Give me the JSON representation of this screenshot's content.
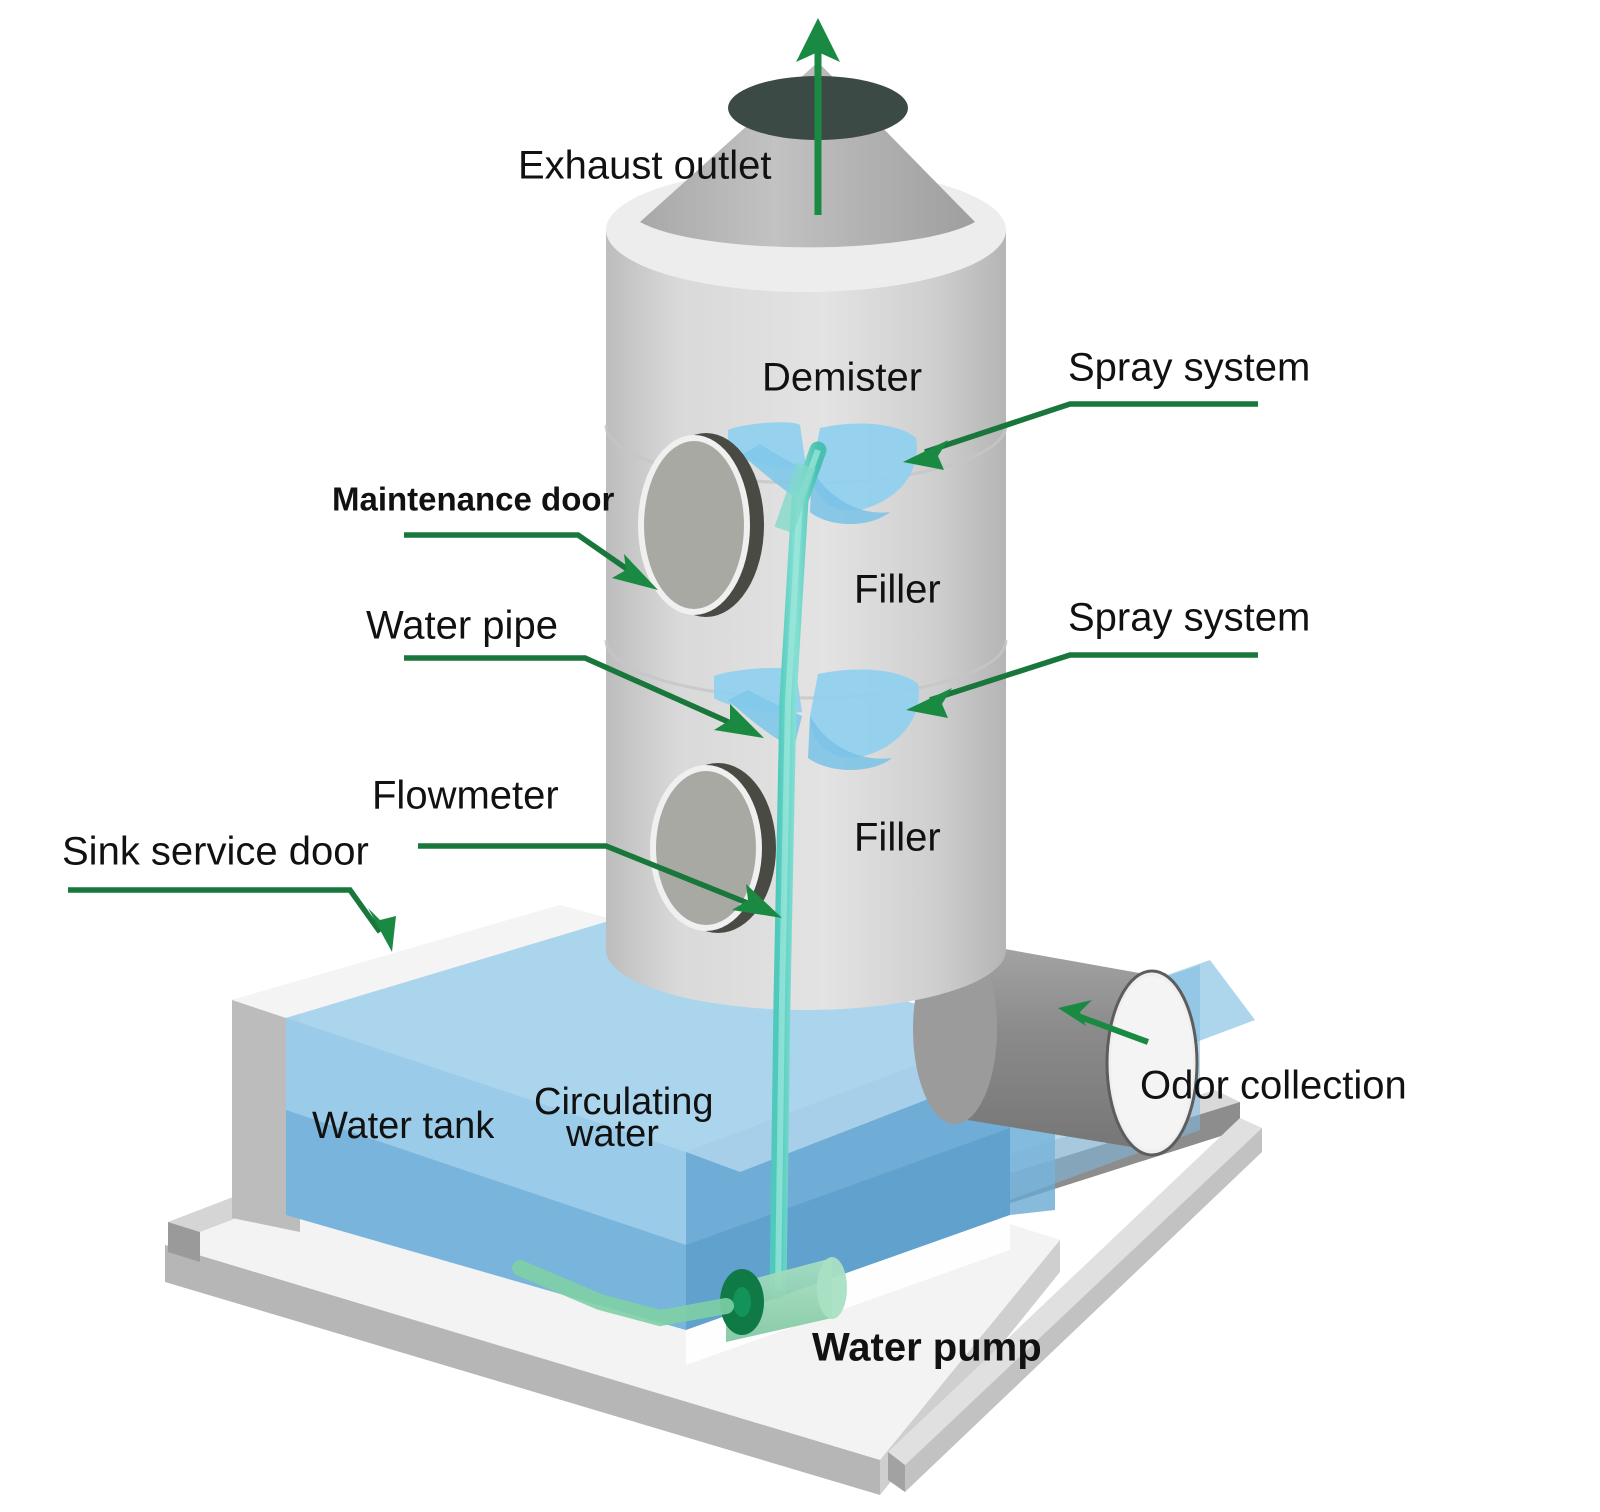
{
  "diagram": {
    "title": "Wet Scrubber Deodorization Tower Cutaway Diagram",
    "background_color": "#ffffff",
    "accent_arrow_color": "#1a8a43",
    "leader_line_color": "#19773c"
  },
  "labels": {
    "exhaust_outlet": "Exhaust outlet",
    "demister": "Demister",
    "spray_system_upper": "Spray system",
    "spray_system_lower": "Spray system",
    "maintenance_door": "Maintenance door",
    "filler_upper": "Filler",
    "filler_lower": "Filler",
    "water_pipe": "Water pipe",
    "flowmeter": "Flowmeter",
    "sink_service_door": "Sink service door",
    "water_tank": "Water tank",
    "circulating_water_line1": "Circulating",
    "circulating_water_line2": "water",
    "odor_collection": "Odor collection",
    "water_pump": "Water pump"
  },
  "components": {
    "tower": {
      "name": "scrubber-tower",
      "body_color": "#d7d7d7",
      "top_face_color": "#ededed",
      "cone_color": "#b4b4b4",
      "outlet_opening_color": "#3c4a46",
      "segments": 3
    },
    "spray": {
      "name": "spray-fan",
      "color": "#8fd0ef",
      "count": 2
    },
    "maintenance_doors": {
      "face_color": "#a9a9a4",
      "rim_color": "#4a4a45",
      "count": 2
    },
    "water_pipe": {
      "name": "central-water-pipe",
      "color": "#63d4c6"
    },
    "water_tank": {
      "shell_color": "#e8e8e8",
      "shell_side_color": "#b9b9b9",
      "water_light": "#9fd0ea",
      "water_mid": "#79b6dd",
      "water_dark": "#5fa2cf"
    },
    "odor_duct": {
      "name": "odor-collection-duct",
      "body_color": "#8b8b8b",
      "cap_color": "#efefef"
    },
    "water_pump": {
      "body_color": "#8fd6b4",
      "impeller_color": "#0f7a45",
      "pipe_color": "#7ecfa5"
    },
    "base_platform": {
      "top_color": "#e4e4e4",
      "side_color": "#b2b2b2",
      "edge_color": "#8f8f8f"
    }
  },
  "flow_arrows": {
    "exhaust_up": "upward green arrow at tower outlet",
    "odor_in": "leftward green arrow into odor collection duct"
  }
}
